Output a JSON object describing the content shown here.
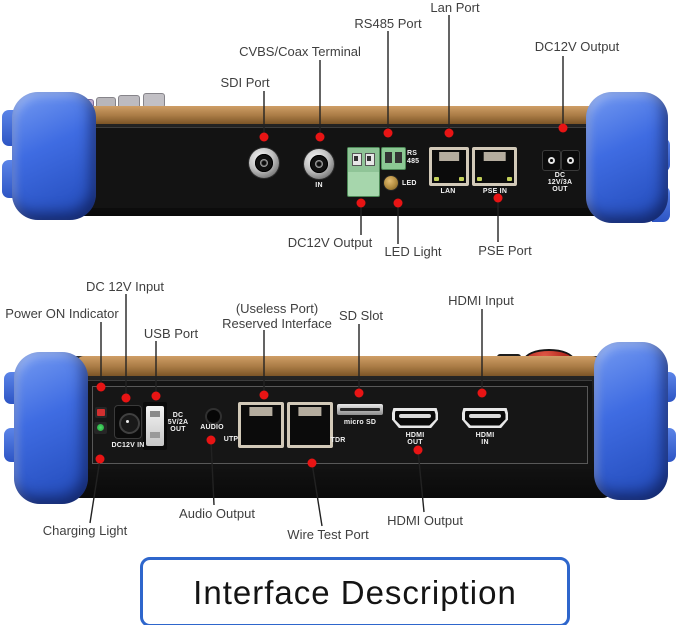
{
  "annotations": {
    "top": {
      "sdi": "SDI Port",
      "cvbs": "CVBS/Coax Terminal",
      "rs485": "RS485 Port",
      "lan": "Lan Port",
      "dc_out_top": "DC12V Output",
      "dc_out_bottom": "DC12V Output",
      "led": "LED Light",
      "pse": "PSE Port"
    },
    "bottom": {
      "power_on": "Power ON Indicator",
      "dc_in": "DC 12V Input",
      "usb": "USB Port",
      "reserved_1": "(Useless Port)",
      "reserved_2": "Reserved Interface",
      "sd": "SD Slot",
      "hdmi_in": "HDMI Input",
      "charging": "Charging Light",
      "audio": "Audio Output",
      "wire_test": "Wire Test Port",
      "hdmi_out": "HDMI Output"
    }
  },
  "port_labels": {
    "top": {
      "bnc_in": "IN",
      "rs485_1": "RS",
      "rs485_2": "485",
      "led": "LED",
      "lan": "LAN",
      "pse_in": "PSE IN",
      "dc_out_1": "DC",
      "dc_out_2": "12V/3A",
      "dc_out_3": "OUT"
    },
    "bottom": {
      "dc_in": "DC12V IN",
      "usb_1": "DC",
      "usb_2": "5V/2A",
      "usb_3": "OUT",
      "audio": "AUDIO",
      "utp": "UTP",
      "tdr": "TDR",
      "sd": "micro SD",
      "hdmi_out_1": "HDMI",
      "hdmi_out_2": "OUT",
      "hdmi_in_1": "HDMI",
      "hdmi_in_2": "IN"
    }
  },
  "footer": {
    "title": "Interface Description"
  },
  "colors": {
    "bumper_blue": "#3f6ce2",
    "marker_red": "#e81414",
    "body_black": "#1b1b1b",
    "top_strip_brown": "#a87a44",
    "terminal_green": "#a6d6ac",
    "rj45_beige": "#d2c9b8",
    "footer_border_blue": "#2e66cc"
  }
}
